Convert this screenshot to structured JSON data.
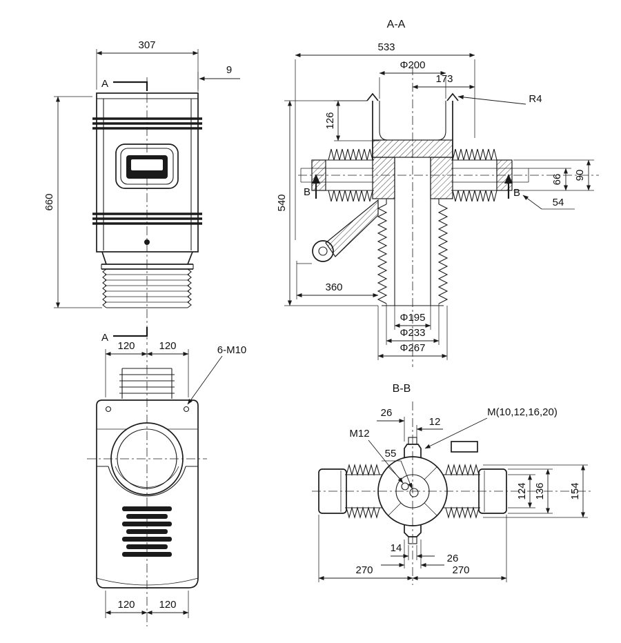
{
  "drawing": {
    "front_view": {
      "dim_width": "307",
      "dim_lip": "9",
      "dim_height": "660",
      "section_label_top": "A",
      "section_label_bottom": "A"
    },
    "section_aa": {
      "title": "A-A",
      "dim_total_width": "533",
      "dim_top_bore": "Φ200",
      "dim_right_offset": "173",
      "dim_corner_radius": "R4",
      "dim_cup_depth": "126",
      "dim_height": "540",
      "dim_hole_66": "66",
      "dim_hole_90": "90",
      "dim_hole_54": "54",
      "dim_arm_reach": "360",
      "dim_dia_195": "Φ195",
      "dim_dia_233": "Φ233",
      "dim_dia_267": "Φ267",
      "cut_label_left": "B",
      "cut_label_right": "B"
    },
    "bottom_view": {
      "dim_top_left": "120",
      "dim_top_right": "120",
      "thread_callout": "6-M10",
      "dim_bottom_left": "120",
      "dim_bottom_right": "120"
    },
    "section_bb": {
      "title": "B-B",
      "dim_26_top": "26",
      "dim_12": "12",
      "thread_callout_multi": "M(10,12,16,20)",
      "thread_callout_m12": "M12",
      "dim_55": "55",
      "dim_124": "124",
      "dim_136": "136",
      "dim_154": "154",
      "dim_14": "14",
      "dim_26_bottom": "26",
      "dim_270_left": "270",
      "dim_270_right": "270"
    }
  }
}
